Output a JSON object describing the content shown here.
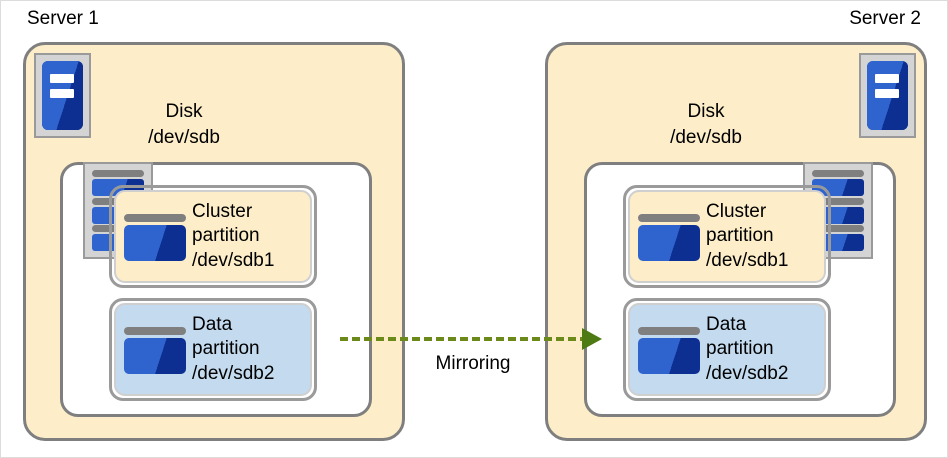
{
  "diagram": {
    "title_left": "Server 1",
    "title_right": "Server 2",
    "connection": {
      "label": "Mirroring",
      "direction": "left-to-right",
      "style": "dashed-arrow",
      "color": "#6b8a19"
    },
    "colors": {
      "server_fill": "#fdeec9",
      "disk_fill": "#ffffff",
      "cluster_partition_fill": "#fdeec9",
      "data_partition_fill": "#c3daef",
      "border_gray": "#7f7f7f",
      "icon_blue_light": "#2f63cd",
      "icon_blue_dark": "#0d2f91",
      "icon_chrome": "#d4d4d4",
      "arrow_olive": "#6b8a19",
      "canvas_border": "#dcdcdc"
    },
    "servers": [
      {
        "name": "Server 1",
        "icon": "server-unit-icon",
        "icon_position": "top-left",
        "disk": {
          "caption_line1": "Disk",
          "caption_line2": "/dev/sdb",
          "stack_icon": "disk-stack-icon",
          "stack_drives": 3,
          "stack_position": "left",
          "partitions": [
            {
              "icon": "partition-icon",
              "line1": "Cluster",
              "line2": "partition",
              "line3": "/dev/sdb1",
              "fill": "#fdeec9",
              "kind": "cluster"
            },
            {
              "icon": "partition-icon",
              "line1": "Data",
              "line2": "partition",
              "line3": "/dev/sdb2",
              "fill": "#c3daef",
              "kind": "data"
            }
          ]
        }
      },
      {
        "name": "Server 2",
        "icon": "server-unit-icon",
        "icon_position": "top-right",
        "disk": {
          "caption_line1": "Disk",
          "caption_line2": "/dev/sdb",
          "stack_icon": "disk-stack-icon",
          "stack_drives": 3,
          "stack_position": "right",
          "partitions": [
            {
              "icon": "partition-icon",
              "line1": "Cluster",
              "line2": "partition",
              "line3": "/dev/sdb1",
              "fill": "#fdeec9",
              "kind": "cluster"
            },
            {
              "icon": "partition-icon",
              "line1": "Data",
              "line2": "partition",
              "line3": "/dev/sdb2",
              "fill": "#c3daef",
              "kind": "data"
            }
          ]
        }
      }
    ]
  }
}
